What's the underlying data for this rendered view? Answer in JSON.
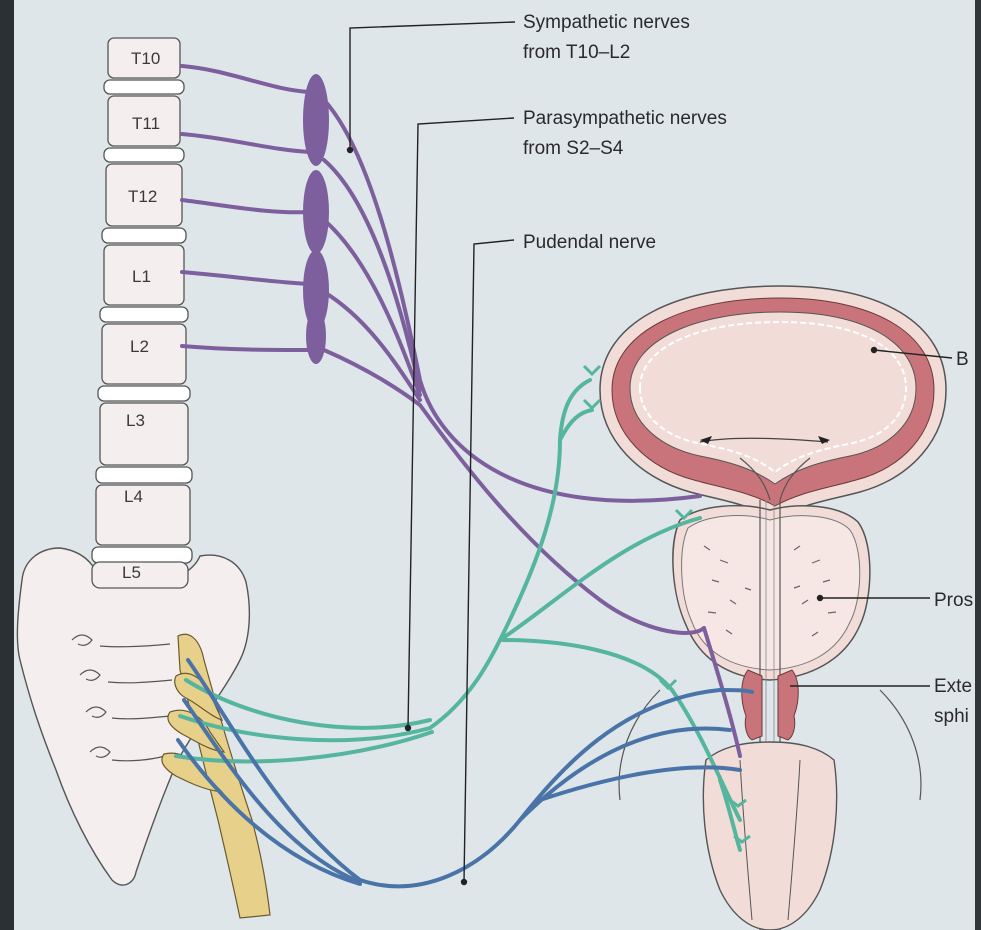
{
  "vertebrae": [
    "T10",
    "T11",
    "T12",
    "L1",
    "L2",
    "L3",
    "L4",
    "L5"
  ],
  "callouts": {
    "sympathetic": [
      "Sympathetic nerves",
      "from T10–L2"
    ],
    "parasympathetic": [
      "Parasympathetic nerves",
      "from S2–S4"
    ],
    "pudendal": "Pudendal nerve",
    "bladder": "B",
    "prostate": "Pros",
    "sphincter": [
      "Exte",
      "sphi"
    ]
  },
  "colors": {
    "sympathetic": "#7d5f9d",
    "parasympathetic": "#55b59f",
    "pudendal": "#4a74a8",
    "bone": "#f4eeee",
    "bladder_wall": "#c9747a",
    "tissue": "#f1dcd8",
    "nerve_root": "#e6d08a"
  }
}
